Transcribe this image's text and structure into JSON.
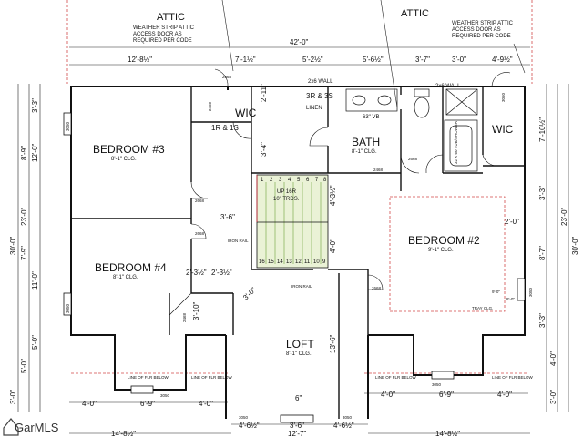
{
  "notes": {
    "attic_left": "ATTIC",
    "attic_right": "ATTIC",
    "weather_left": [
      "WEATHER STRIP ATTIC",
      "ACCESS DOOR AS",
      "REQUIRED PER CODE"
    ],
    "weather_right": [
      "WEATHER STRIP ATTIC",
      "ACCESS DOOR AS",
      "REQUIRED PER CODE"
    ],
    "wall_left": "2x6 WALL",
    "wall_right": "2x6 WALL",
    "line_below": "LINE OF FLR BELOW",
    "iron_rail_1": "IRON RAIL",
    "iron_rail_2": "IRON RAIL",
    "tray": "TRAY CLG.",
    "tub": "32 X 60 TUB/SHOWER"
  },
  "rooms": {
    "bedroom3": {
      "name": "BEDROOM #3",
      "clg": "8'-1\" CLG."
    },
    "bedroom4": {
      "name": "BEDROOM #4",
      "clg": "8'-1\" CLG."
    },
    "bedroom2": {
      "name": "BEDROOM #2",
      "clg": "9'-1\" CLG."
    },
    "bath": {
      "name": "BATH",
      "clg": "8'-1\" CLG."
    },
    "loft": {
      "name": "LOFT",
      "clg": "8'-1\" CLG."
    },
    "wic_left": {
      "name": "WIC"
    },
    "wic_right": {
      "name": "WIC"
    },
    "linen": {
      "name": "LINEN"
    },
    "shelves_1r1s": "1R & 1S",
    "shelves_3r3s": "3R & 3S",
    "vanity": "63\" VB",
    "stair": {
      "up": "UP 16R",
      "treads": "10\" TRDS.",
      "top_numbers": [
        "1",
        "2",
        "3",
        "4",
        "5",
        "6",
        "7",
        "8"
      ],
      "bottom_numbers": [
        "16",
        "15",
        "14",
        "13",
        "12",
        "11",
        "10",
        "9"
      ]
    }
  },
  "dims": {
    "overall_top": "42'-0\"",
    "top_1": "12'-8½\"",
    "top_2": "7'-1½\"",
    "top_3": "5'-2½\"",
    "top_4": "5'-6½\"",
    "top_5": "3'-7\"",
    "top_6": "3'-0\"",
    "top_7": "4'-9½\"",
    "left_overall": "30'-0\"",
    "left_1": "23'-0\"",
    "left_2": "12'-0\"",
    "left_3": "8'-9\"",
    "left_4": "3'-3\"",
    "left_5": "11'-0\"",
    "left_6": "7'-9\"",
    "left_7": "5'-0\"",
    "left_8": "5'-0\"",
    "right_overall": "30'-0\"",
    "right_1": "23'-0\"",
    "right_2": "7'-10½\"",
    "right_3": "3'-3\"",
    "right_4": "8'-7\"",
    "right_5": "3'-3\"",
    "right_6": "4'-0\"",
    "right_7": "3'-0\"",
    "stair_w": "3'-6\"",
    "stair_top": "4'-3½\"",
    "stair_mid": "4'-0\"",
    "bath_gap": "2'-11\"",
    "bath_gap2": "3'-4\"",
    "closet_a": "2'-3½\"",
    "closet_b": "2'-3½\"",
    "closet_c": "3'-0\"",
    "closet_d": "3'-10\"",
    "bed2_x": "2'-0\"",
    "loft_h": "13'-6\"",
    "bot_1": "4'-0\"",
    "bot_2": "6'-9\"",
    "bot_3": "4'-0\"",
    "bot_4": "4'-6½\"",
    "bot_5": "3'-6\"",
    "bot_6": "4'-6½\"",
    "bot_7": "4'-0\"",
    "bot_8": "6'-9\"",
    "bot_9": "4'-0\"",
    "bot_left": "14'-8½\"",
    "bot_center": "12'-7\"",
    "bot_right": "14'-8½\"",
    "inch_6": "6\"",
    "left_small": "3'-0\""
  },
  "codes": {
    "door_2468_a": "2468",
    "door_2468_b": "2468",
    "door_2468_c": "2468",
    "door_2468_d": "2468",
    "door_2668_a": "2668",
    "door_2668_b": "2668",
    "door_2668_c": "2668",
    "door_2668_d": "2668",
    "door_2668_e": "2668",
    "win_3050_a": "3050",
    "win_3050_b": "3050",
    "win_3050_c": "3050",
    "win_3050_d": "3050",
    "win_3050_e": "3050",
    "win_3050_f": "3050",
    "win_3050_g": "3050",
    "win_3050_h": "3050",
    "clg_9": "9'-0\"",
    "clg_8": "8'-0\""
  },
  "watermark": "GarMLS"
}
